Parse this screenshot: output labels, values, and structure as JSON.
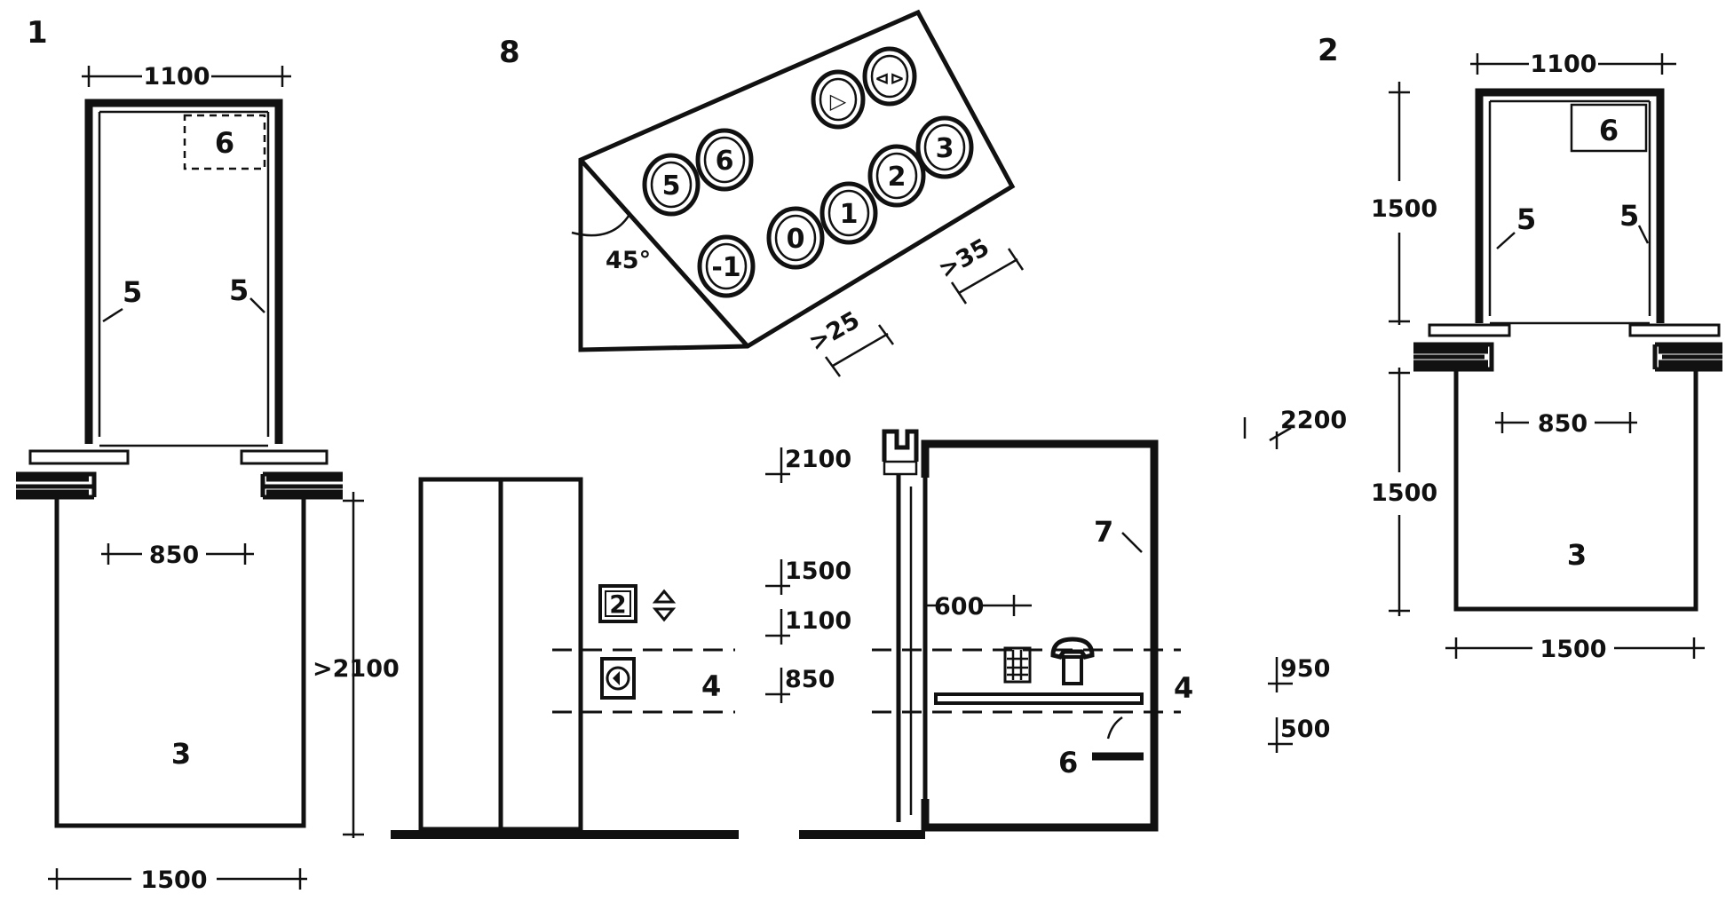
{
  "figures": {
    "fig1": "1",
    "fig2": "2",
    "fig8": "8"
  },
  "plan1": {
    "door_width": "850",
    "depth": ">2100",
    "width": "1500",
    "cabin_width": "1100",
    "label_panel": "6",
    "label_rail_left": "5",
    "label_rail_right": "5",
    "label_area": "3"
  },
  "plan2": {
    "cabin_width": "1100",
    "cabin_depth": "1500",
    "area_depth": "1500",
    "door_width": "850",
    "width": "1500",
    "label_panel": "6",
    "label_rail_left": "5",
    "label_rail_right": "5",
    "label_area": "3"
  },
  "panel8": {
    "angle": "45°",
    "button_spacing": ">25",
    "button_size": ">35",
    "buttons_top": [
      "5",
      "6"
    ],
    "buttons_bottom": [
      "-1",
      "0",
      "1",
      "2",
      "3"
    ],
    "buttons_control": [
      "▷",
      "⊲⊳"
    ]
  },
  "elevation": {
    "level_2100": "2100",
    "level_1500": "1500",
    "level_1100": "1100",
    "level_850": "850",
    "indicator_floor": "2",
    "label_zone_left": "4",
    "label_zone_right": "4"
  },
  "section": {
    "handrail_offset": "600",
    "label_mirror": "7",
    "label_panel": "6",
    "level_2200": "2200",
    "level_950": "950",
    "level_500": "500"
  }
}
